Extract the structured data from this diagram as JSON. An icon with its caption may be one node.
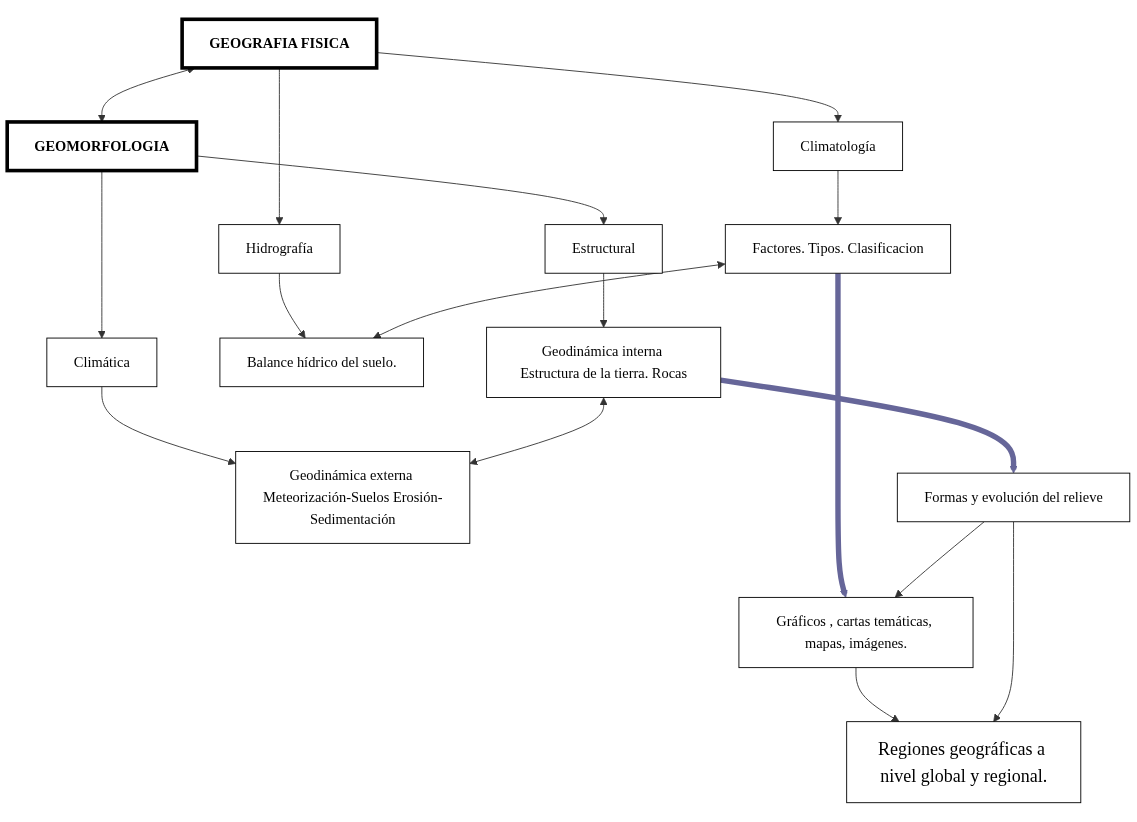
{
  "diagram": {
    "nodes": [
      {
        "text": [
          "GEOGRAFIA FISICA"
        ]
      },
      {
        "text": [
          "GEOMORFOLOGIA"
        ]
      },
      {
        "text": [
          "Climatología"
        ]
      },
      {
        "text": [
          "Hidrografía"
        ]
      },
      {
        "text": [
          "Estructural"
        ]
      },
      {
        "text": [
          "Climática"
        ]
      },
      {
        "text": [
          "Factores. Tipos. Clasificacion"
        ]
      },
      {
        "text": [
          "Balance hídrico del suelo."
        ]
      },
      {
        "text": [
          "Geodinámica interna Estructura de la tierra. Rocas"
        ]
      },
      {
        "text": [
          "Geodinámica externa Meteorización-Suelos Erosión-Sedimentación"
        ]
      },
      {
        "text": [
          "Gráficos , cartas temáticas, mapas, imágenes."
        ]
      },
      {
        "text": [
          "Formas y evolución del relieve"
        ]
      },
      {
        "text": [
          "Regiones geográficas a nivel global y regional."
        ]
      }
    ],
    "edges": [
      {
        "from": 0,
        "to": 1,
        "arrow": "both"
      },
      {
        "from": 0,
        "to": 2,
        "arrow": "to"
      },
      {
        "from": 0,
        "to": 3,
        "arrow": "to"
      },
      {
        "from": 1,
        "to": 4,
        "arrow": "to"
      },
      {
        "from": 1,
        "to": 5,
        "arrow": "to"
      },
      {
        "from": 2,
        "to": 6,
        "arrow": "to"
      },
      {
        "from": 3,
        "to": 7,
        "arrow": "to"
      },
      {
        "from": 4,
        "to": 8,
        "arrow": "to"
      },
      {
        "from": 5,
        "to": 9,
        "arrow": "to"
      },
      {
        "from": 6,
        "to": 7,
        "arrow": "both"
      },
      {
        "from": 8,
        "to": 9,
        "arrow": "both"
      },
      {
        "from": 6,
        "to": 10,
        "arrow": "to",
        "style": "thick",
        "color": "#666699"
      },
      {
        "from": 8,
        "to": 11,
        "arrow": "to",
        "style": "thick",
        "color": "#666699"
      },
      {
        "from": 11,
        "to": 10,
        "arrow": "to"
      },
      {
        "from": 10,
        "to": 12,
        "arrow": "to"
      },
      {
        "from": 11,
        "to": 12,
        "arrow": "to"
      }
    ]
  }
}
